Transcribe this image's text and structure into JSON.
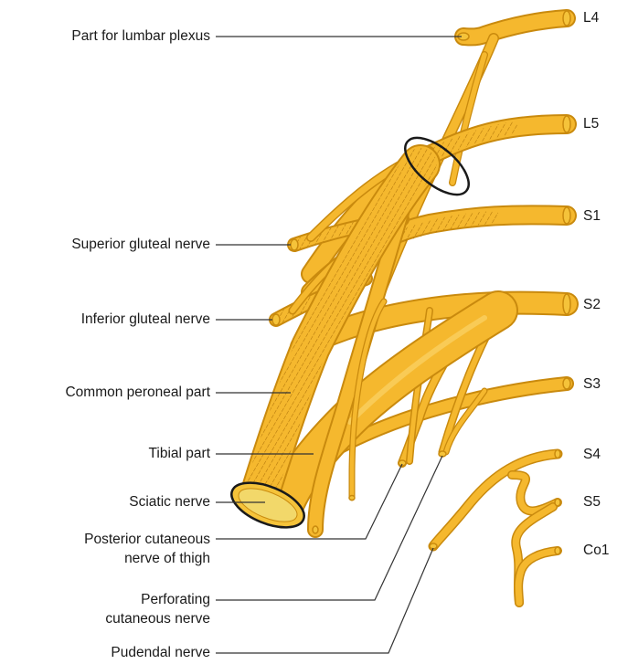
{
  "diagram": {
    "roots": [
      "L4",
      "L5",
      "S1",
      "S2",
      "S3",
      "S4",
      "S5",
      "Co1"
    ],
    "labels": {
      "lumbar_plexus": "Part for lumbar plexus",
      "superior_gluteal": "Superior gluteal nerve",
      "inferior_gluteal": "Inferior gluteal nerve",
      "common_peroneal": "Common peroneal part",
      "tibial": "Tibial part",
      "sciatic": "Sciatic nerve",
      "post_cut_1": "Posterior cutaneous",
      "post_cut_2": "nerve of thigh",
      "perforating_1": "Perforating",
      "perforating_2": "cutaneous nerve",
      "pudendal": "Pudendal nerve"
    },
    "colors": {
      "nerve_fill": "#F5B82E",
      "nerve_highlight": "#FCD771",
      "nerve_outline": "#C98A0E",
      "hatch": "#B0740A",
      "leader": "#333333"
    }
  }
}
